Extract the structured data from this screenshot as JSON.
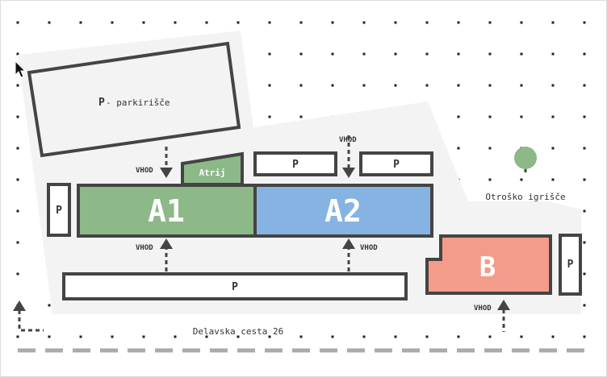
{
  "labels": {
    "parking_main": "P",
    "parking_main_desc": " - parkirišče",
    "parking": "P",
    "atrij": "Atrij",
    "a1": "A1",
    "a2": "A2",
    "b": "B",
    "vhod": "VHOD",
    "playground": "Otroško igrišče",
    "street": "Delavska cesta 26"
  },
  "colors": {
    "background": "#ffffff",
    "grounds": "#f3f3f3",
    "outline": "#444444",
    "building_a1": "#8db888",
    "building_a2": "#87b3e3",
    "building_b": "#f49c89",
    "tree": "#8db888",
    "road": "#aaaaaa",
    "dots": "#222222"
  },
  "icons": [
    "cursor-arrow-icon",
    "tree-icon",
    "arrow-down-icon",
    "arrow-up-icon"
  ]
}
